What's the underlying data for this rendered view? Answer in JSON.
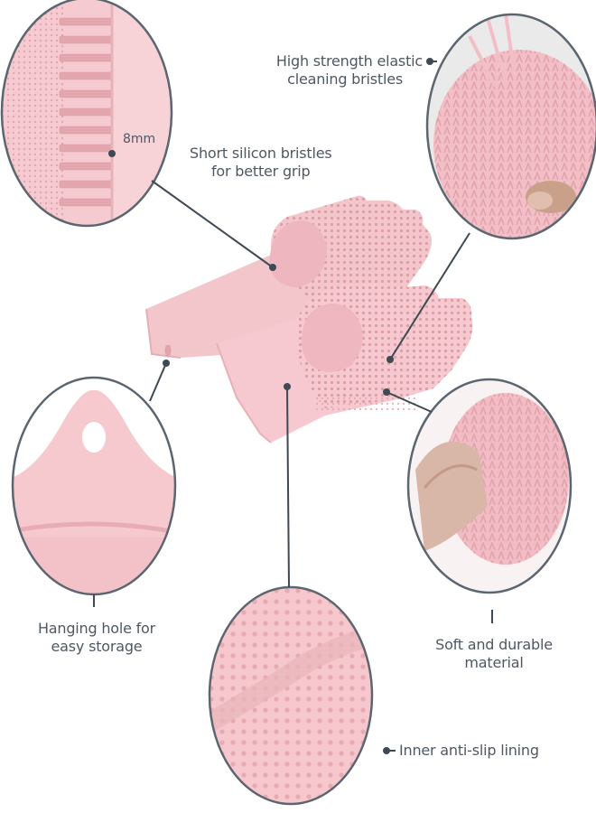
{
  "features": {
    "bristles_height": {
      "measurement": "8mm",
      "line1": "Short silicon bristles",
      "line2": "for better grip"
    },
    "elastic_bristles": {
      "line1": "High strength elastic",
      "line2": "cleaning bristles"
    },
    "hanging_hole": {
      "line1": "Hanging hole for",
      "line2": "easy storage"
    },
    "soft_material": {
      "line1": "Soft and durable",
      "line2": "material"
    },
    "anti_slip": {
      "line1": "Inner anti-slip lining"
    }
  },
  "colors": {
    "glove_pink": "#f3c6cc",
    "glove_shade": "#e8aeb6",
    "outline_gray": "#5c6670",
    "text_gray": "#4f5862"
  }
}
